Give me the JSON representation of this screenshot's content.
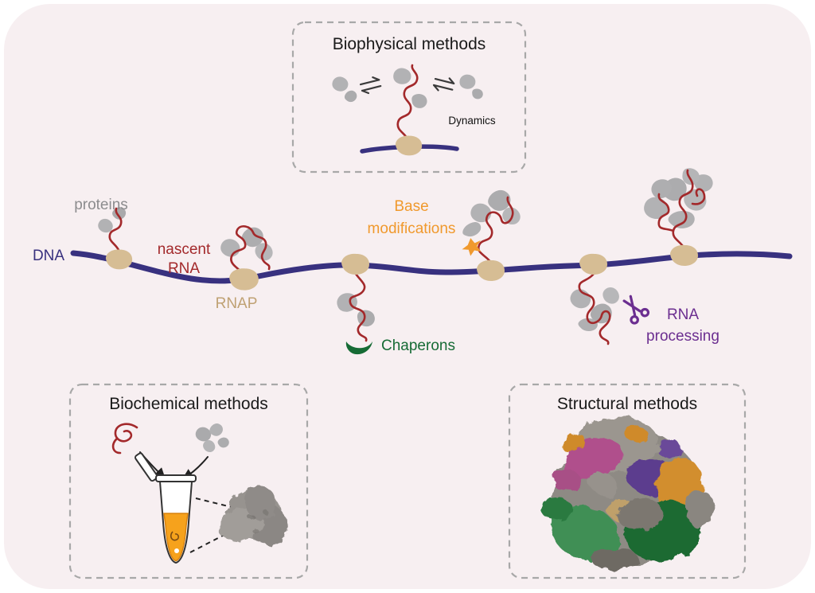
{
  "canvas": {
    "background": "#ffffff",
    "panel_color": "#f7eff1"
  },
  "labels": {
    "proteins": "proteins",
    "dna": "DNA",
    "nascent_line1": "nascent",
    "nascent_line2": "RNA",
    "rnap": "RNAP",
    "base_line1": "Base",
    "base_line2": "modifications",
    "chaperons": "Chaperons",
    "processing_line1": "RNA",
    "processing_line2": "processing"
  },
  "boxes": {
    "biophysical": {
      "title": "Biophysical methods",
      "annotation": "Dynamics"
    },
    "biochemical": {
      "title": "Biochemical methods"
    },
    "structural": {
      "title": "Structural methods"
    }
  },
  "colors": {
    "dna": "#38317f",
    "rna": "#a3292b",
    "protein_gray": "#b2b2b4",
    "rnap_tan": "#d6bd94",
    "rnap_text": "#bfa173",
    "base_modification_orange": "#f0992d",
    "chaperon_green": "#166b35",
    "processing_purple": "#6b2e90",
    "label_gray": "#8c8c8e",
    "box_border": "#a8a8a8",
    "tube_liquid": "#f6a21c"
  }
}
